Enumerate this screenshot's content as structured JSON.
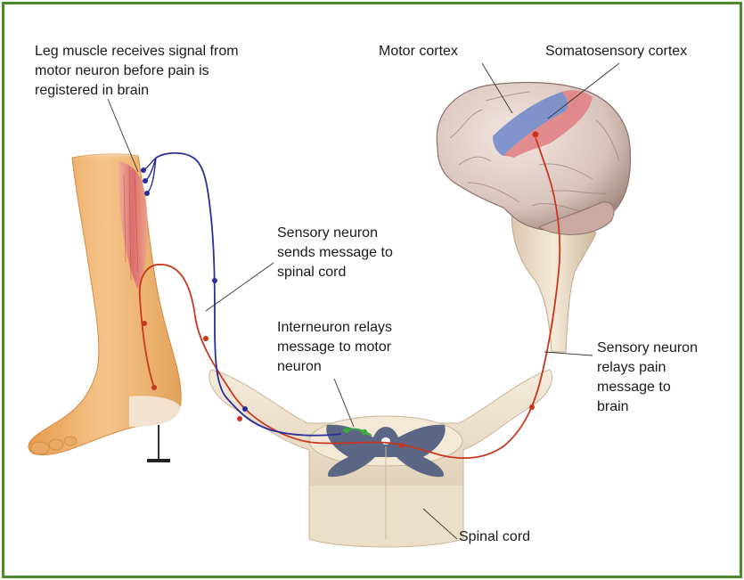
{
  "labels": {
    "leg_muscle": "Leg muscle receives signal from\nmotor neuron before pain is\nregistered in brain",
    "motor_cortex": "Motor cortex",
    "somatosensory_cortex": "Somatosensory cortex",
    "sensory_to_cord": "Sensory neuron\nsends message to\nspinal cord",
    "interneuron": "Interneuron relays\nmessage to motor\nneuron",
    "sensory_to_brain": "Sensory neuron\nrelays pain\nmessage to\nbrain",
    "spinal_cord": "Spinal cord"
  },
  "colors": {
    "frame": "#4d8a2a",
    "sensory_neuron": "#c8361e",
    "motor_neuron": "#2a2e9a",
    "interneuron": "#3aa83a",
    "motor_cortex": "#6d86c9",
    "somatosensory_cortex": "#e07d80",
    "skin": "#f0b874",
    "muscle": "#d9626e",
    "brain": "#d8c4bc",
    "spinal_cord": "#efe4d2",
    "gray_matter": "#5a6684"
  }
}
